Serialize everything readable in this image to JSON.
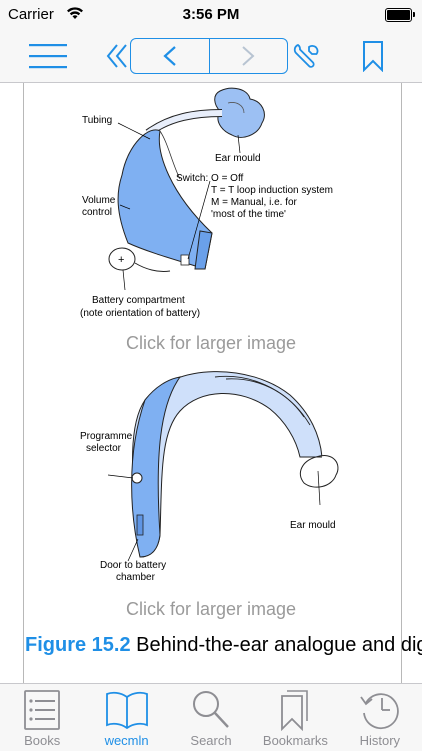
{
  "status": {
    "carrier": "Carrier",
    "time": "3:56 PM"
  },
  "nav": {
    "icons": [
      "menu-icon",
      "double-chevron-left-icon",
      "chevron-left-icon",
      "chevron-right-icon",
      "wrench-icon",
      "bookmark-icon"
    ]
  },
  "figure1": {
    "labels": {
      "tubing": "Tubing",
      "ear_mould": "Ear mould",
      "switch1": "Switch: O = Off",
      "switch2": "T = T loop induction system",
      "switch3": "M = Manual, i.e. for",
      "switch4": "'most of the time'",
      "volume1": "Volume",
      "volume2": "control",
      "battery1": "Battery compartment",
      "battery2": "(note orientation of battery)"
    },
    "link": "Click for larger image"
  },
  "figure2": {
    "labels": {
      "programme1": "Programme",
      "programme2": "selector",
      "ear_mould": "Ear mould",
      "door1": "Door to battery",
      "door2": "chamber"
    },
    "link": "Click for larger image"
  },
  "caption": {
    "number": "Figure 15.2",
    "text": " Behind-the-ear analogue and digital hearing aids."
  },
  "tabs": [
    {
      "label": "Books",
      "icon": "books-icon"
    },
    {
      "label": "wecmln",
      "icon": "open-book-icon",
      "active": true
    },
    {
      "label": "Search",
      "icon": "search-icon"
    },
    {
      "label": "Bookmarks",
      "icon": "bookmarks-icon"
    },
    {
      "label": "History",
      "icon": "history-icon"
    }
  ],
  "colors": {
    "accent": "#1f8fe6",
    "device_blue": "#7fb0f2",
    "device_light": "#cfe0fa"
  }
}
